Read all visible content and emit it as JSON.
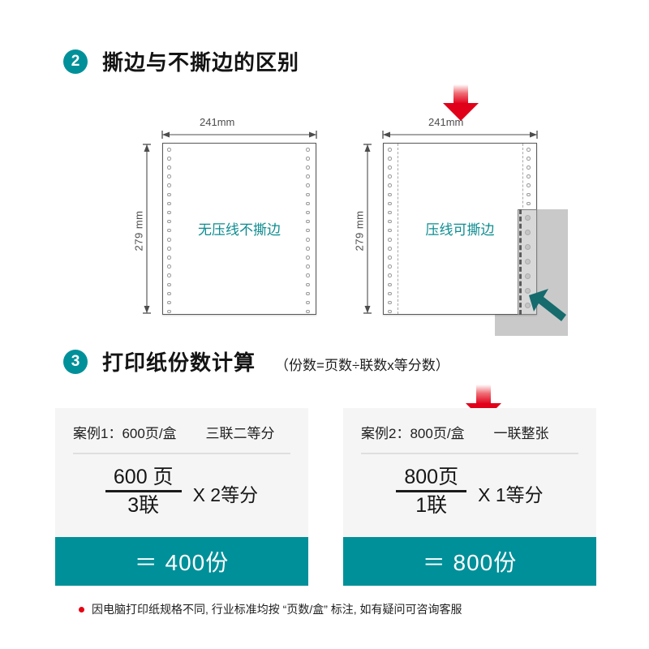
{
  "theme": {
    "accent_teal": "#009099",
    "label_teal": "#0e8c90",
    "arrow_red": "#e1001a",
    "card_bg": "#f5f5f5",
    "dot_red": "#e60012"
  },
  "section2": {
    "badge": "2",
    "title": "撕边与不撕边的区别",
    "diagram_left": {
      "width_label": "241mm",
      "height_label": "279 mm",
      "paper_label": "无压线不撕边"
    },
    "diagram_right": {
      "width_label": "241mm",
      "height_label": "279 mm",
      "paper_label": "压线可撕边",
      "pointer_icon": "down-arrow-icon",
      "tear_pointer_icon": "up-left-arrow-icon"
    }
  },
  "section3": {
    "badge": "3",
    "title": "打印纸份数计算",
    "subtitle": "（份数=页数÷联数x等分数）",
    "cards": [
      {
        "case_label": "案例1：600页/盒",
        "spec_label": "三联二等分",
        "numerator": "600 页",
        "denominator": "3联",
        "multiplier": "X 2等分",
        "result": "＝ 400份"
      },
      {
        "case_label": "案例2：800页/盒",
        "spec_label": "一联整张",
        "numerator": "800页",
        "denominator": "1联",
        "multiplier": "X 1等分",
        "result": "＝ 800份",
        "pointer_icon": "down-arrow-icon"
      }
    ]
  },
  "footnote": {
    "bullet_icon": "red-dot-icon",
    "text": "因电脑打印纸规格不同, 行业标准均按 “页数/盒” 标注, 如有疑问可咨询客服"
  }
}
